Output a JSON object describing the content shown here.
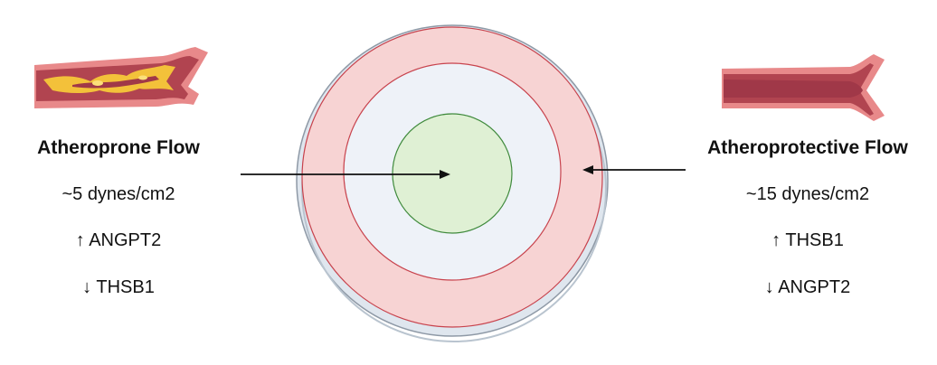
{
  "left_panel": {
    "title": "Atheroprone Flow",
    "shear_stress": "~5 dynes/cm2",
    "upregulated": "↑ ANGPT2",
    "downregulated": "↓ THSB1"
  },
  "right_panel": {
    "title": "Atheroprotective Flow",
    "shear_stress": "~15 dynes/cm2",
    "upregulated": "↑ THSB1",
    "downregulated": "↓ ANGPT2"
  },
  "icons": {
    "left_vessel": "plaque-artery-icon",
    "right_vessel": "healthy-artery-icon",
    "center": "orbital-shaker-dish-icon"
  },
  "colors": {
    "vessel_outer": "#e8898a",
    "vessel_wall": "#b14450",
    "vessel_lumen": "#a03848",
    "plaque": "#f3c13a",
    "dish_rim": "#dfe6ee",
    "outer_ring": "#f7d3d3",
    "mid_zone": "#eef2f8",
    "inner_well": "#dff0d4",
    "inner_well_stroke": "#3f8a3c",
    "ring_stroke": "#c8434d"
  }
}
